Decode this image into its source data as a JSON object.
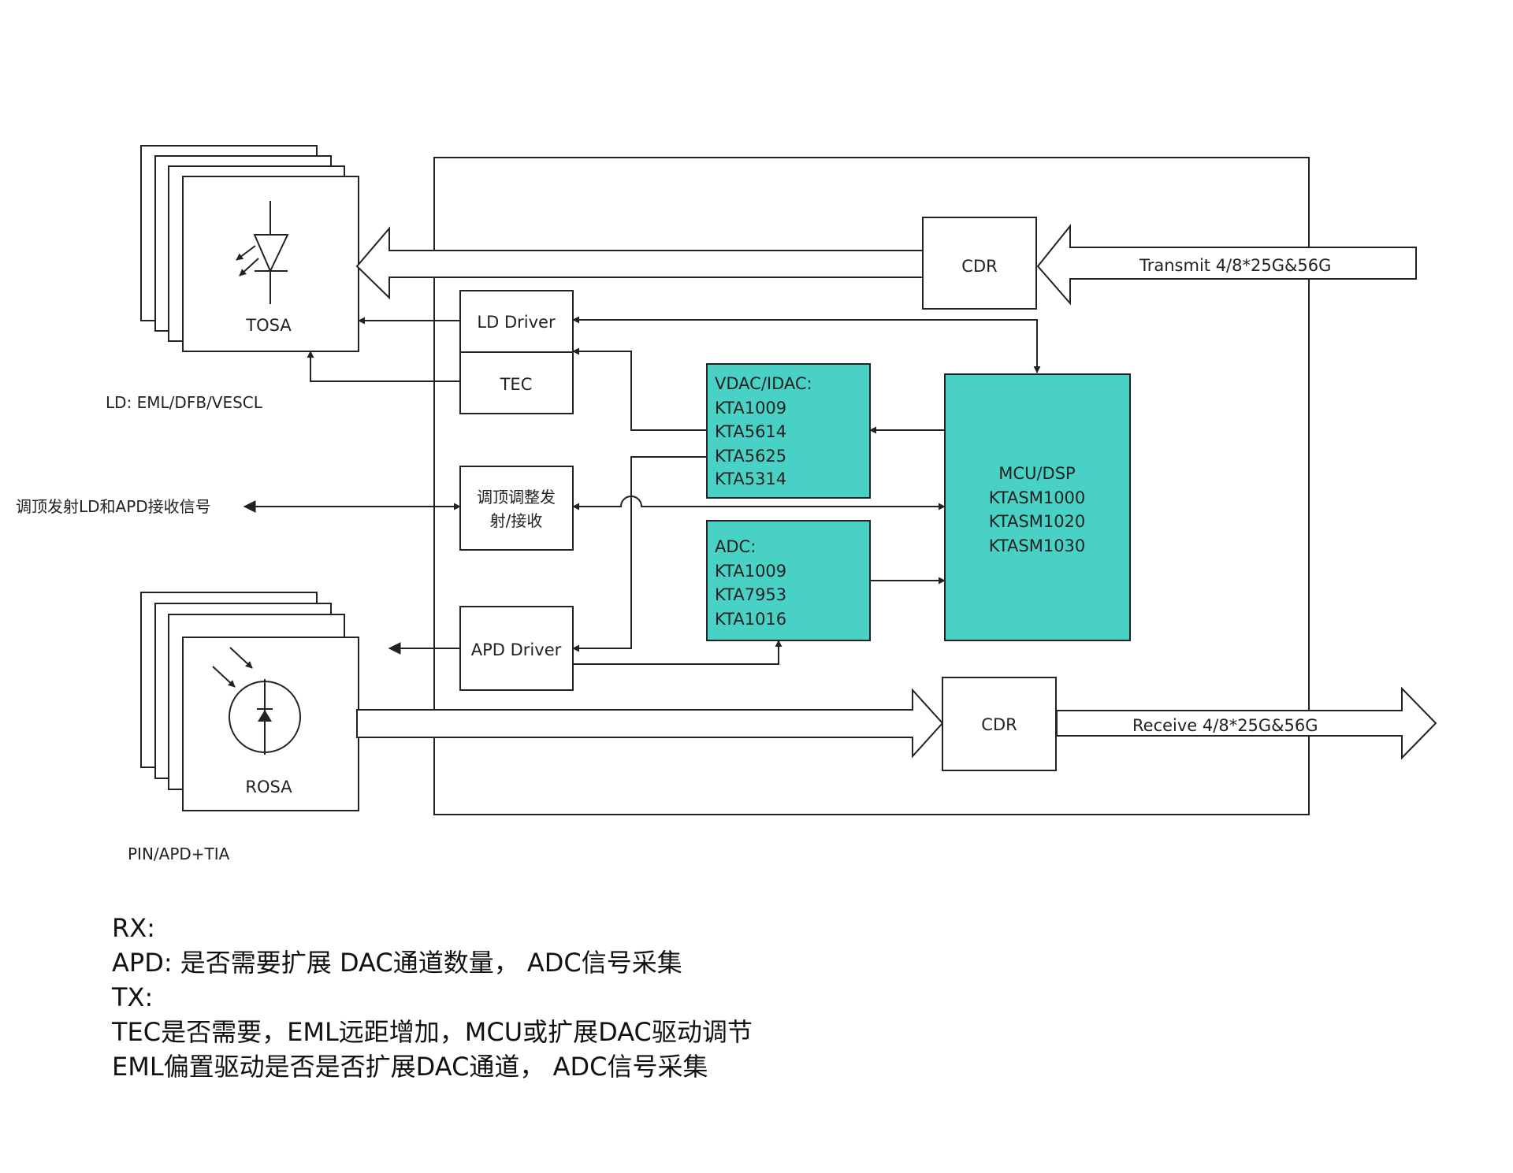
{
  "colors": {
    "chip_fill": "#48d1c4",
    "line": "#222222"
  },
  "tosa": {
    "label": "TOSA",
    "caption": "LD: EML/DFB/VESCL",
    "icon": "laser-diode-icon"
  },
  "rosa": {
    "label": "ROSA",
    "caption": "PIN/APD+TIA",
    "icon": "photodiode-icon"
  },
  "blocks": {
    "cdr_tx": "CDR",
    "cdr_rx": "CDR",
    "ld_driver": "LD Driver",
    "tec": "TEC",
    "tune": [
      "调顶调整发",
      "射/接收"
    ],
    "apd_driver": "APD Driver",
    "vdac": [
      "VDAC/IDAC:",
      "KTA1009",
      "KTA5614",
      "KTA5625",
      "KTA5314"
    ],
    "adc": [
      "ADC:",
      "KTA1009",
      "KTA7953",
      "KTA1016"
    ],
    "mcu": [
      "MCU/DSP",
      "KTASM1000",
      "KTASM1020",
      "KTASM1030"
    ]
  },
  "signals": {
    "transmit": "Transmit 4/8*25G&56G",
    "receive": "Receive 4/8*25G&56G",
    "tune_signal": "调顶发射LD和APD接收信号"
  },
  "notes": [
    "RX:",
    "APD: 是否需要扩展 DAC通道数量， ADC信号采集",
    "TX:",
    "TEC是否需要，EML远距增加，MCU或扩展DAC驱动调节",
    "EML偏置驱动是否是否扩展DAC通道， ADC信号采集"
  ]
}
